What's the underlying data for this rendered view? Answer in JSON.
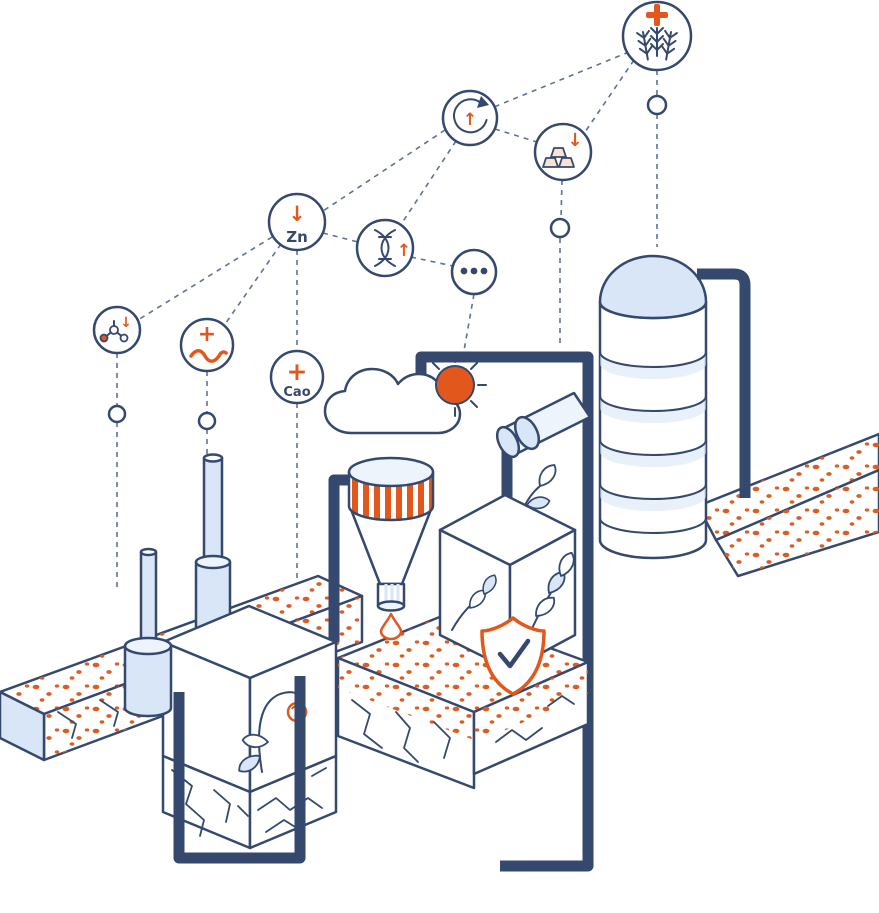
{
  "illustration": {
    "description": "Isometric illustration of an industrial soil enrichment process: factory with chimneys, dosing funnel, storage tower, pipes, enriched soil layers, growing plant box with protection shield, and a network of benefit icons",
    "colors": {
      "outline": "#35496e",
      "orange": "#e2581c",
      "light_blue": "#d9e6f7",
      "pale_blue": "#eef4fc",
      "white": "#ffffff",
      "dash_line": "#5f7194"
    },
    "glyphs": {
      "arrow_up": "↑",
      "arrow_down": "↓",
      "plus": "+"
    },
    "nodes": {
      "wheat": {
        "icon": "wheat-plus"
      },
      "recycle": {
        "icon": "recycle-arrows-up"
      },
      "gold": {
        "icon": "gold-bars-down"
      },
      "zinc": {
        "label": "Zn",
        "icon": "arrow-down"
      },
      "dna": {
        "icon": "dna-helix-up"
      },
      "ellipsis": {
        "icon": "three-dots"
      },
      "molecule": {
        "icon": "molecule-down"
      },
      "worm": {
        "icon": "worm-plus"
      },
      "cao": {
        "label": "Cao",
        "icon": "plus"
      }
    }
  }
}
